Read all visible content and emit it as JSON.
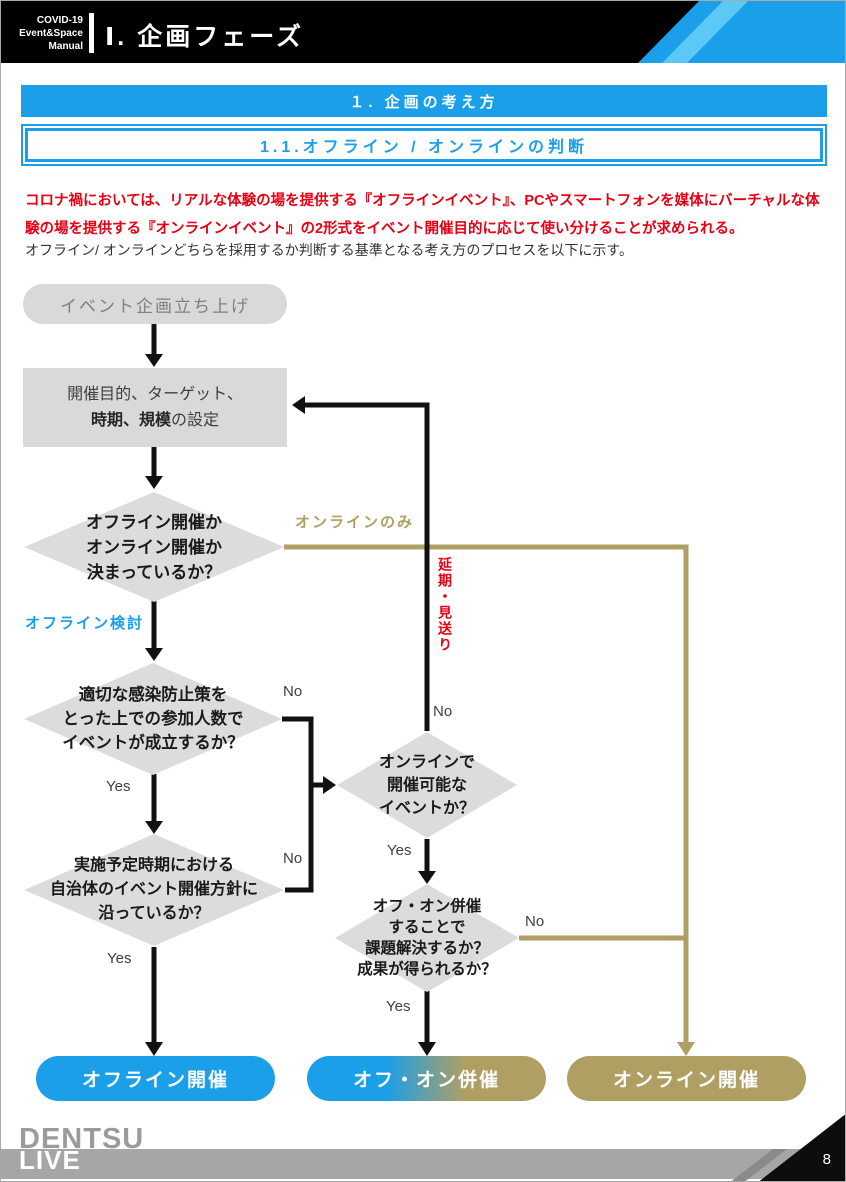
{
  "header": {
    "brand_line1": "COVID-19",
    "brand_line2": "Event&Space",
    "brand_line3": "Manual",
    "title": "Ⅰ. 企画フェーズ"
  },
  "section": {
    "banner": "１. 企画の考え方",
    "sub_banner": "1.1.オフライン / オンラインの判断"
  },
  "intro": {
    "red_text": "コロナ禍においては、リアルな体験の場を提供する『オフラインイベント』、PCやスマートフォンを媒体にバーチャルな体験の場を提供する『オンラインイベント』の2形式をイベント開催目的に応じて使い分けることが求められる。",
    "black_text": "オフライン/ オンラインどちらを採用するか判断する基準となる考え方のプロセスを以下に示す。"
  },
  "flowchart": {
    "start": "イベント企画立ち上げ",
    "setup": {
      "line1": "開催目的、ターゲット、",
      "line2_bold": "時期、規模",
      "line2_rest": "の設定"
    },
    "d1": "オフライン開催か\nオンライン開催か\n決まっているか？",
    "d2": "適切な感染防止策を\nとった上での参加人数で\nイベントが成立するか？",
    "d3": "実施予定時期における\n自治体のイベント開催方針に\n沿っているか？",
    "d4": "オンラインで\n開催可能な\nイベントか？",
    "d5": "オフ・オン併催\nすることで\n課題解決するか？\n成果が得られるか？",
    "labels": {
      "online_only": "オンラインのみ",
      "offline_consider": "オフライン検討",
      "postpone": "延期・見送り",
      "yes": "Yes",
      "no": "No"
    },
    "results": {
      "offline": "オフライン開催",
      "hybrid": "オフ・オン併催",
      "online": "オンライン開催"
    }
  },
  "footer": {
    "logo_top": "DENTSU",
    "logo_bottom": "LIVE",
    "page_number": "8"
  },
  "colors": {
    "blue": "#1A9FE8",
    "light_blue": "#5BC8F5",
    "gold": "#B09F63",
    "red": "#E60012",
    "diamond_gray": "#DCDCDC",
    "box_gray": "#D9D9D9"
  }
}
